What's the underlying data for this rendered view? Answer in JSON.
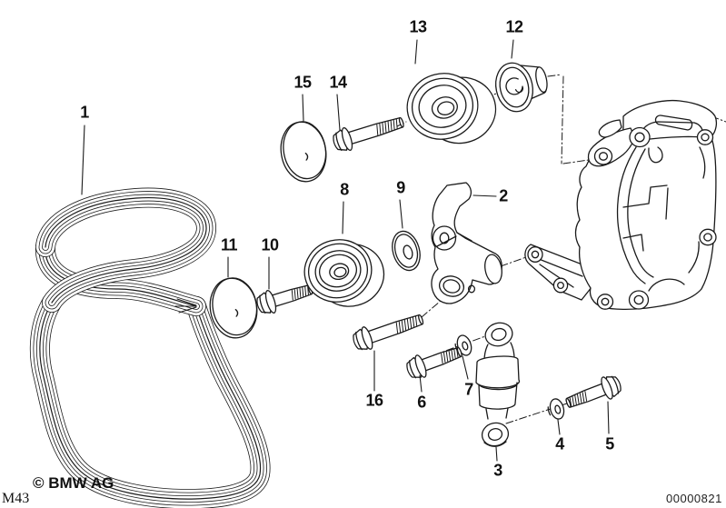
{
  "diagram": {
    "callouts": [
      {
        "label": "1"
      },
      {
        "label": "2"
      },
      {
        "label": "3"
      },
      {
        "label": "4"
      },
      {
        "label": "5"
      },
      {
        "label": "6"
      },
      {
        "label": "7"
      },
      {
        "label": "8"
      },
      {
        "label": "9"
      },
      {
        "label": "10"
      },
      {
        "label": "11"
      },
      {
        "label": "12"
      },
      {
        "label": "13"
      },
      {
        "label": "14"
      },
      {
        "label": "15"
      },
      {
        "label": "16"
      }
    ],
    "footer": {
      "copyright": "© BMW AG",
      "code": "M43",
      "document_number": "00000821"
    }
  }
}
